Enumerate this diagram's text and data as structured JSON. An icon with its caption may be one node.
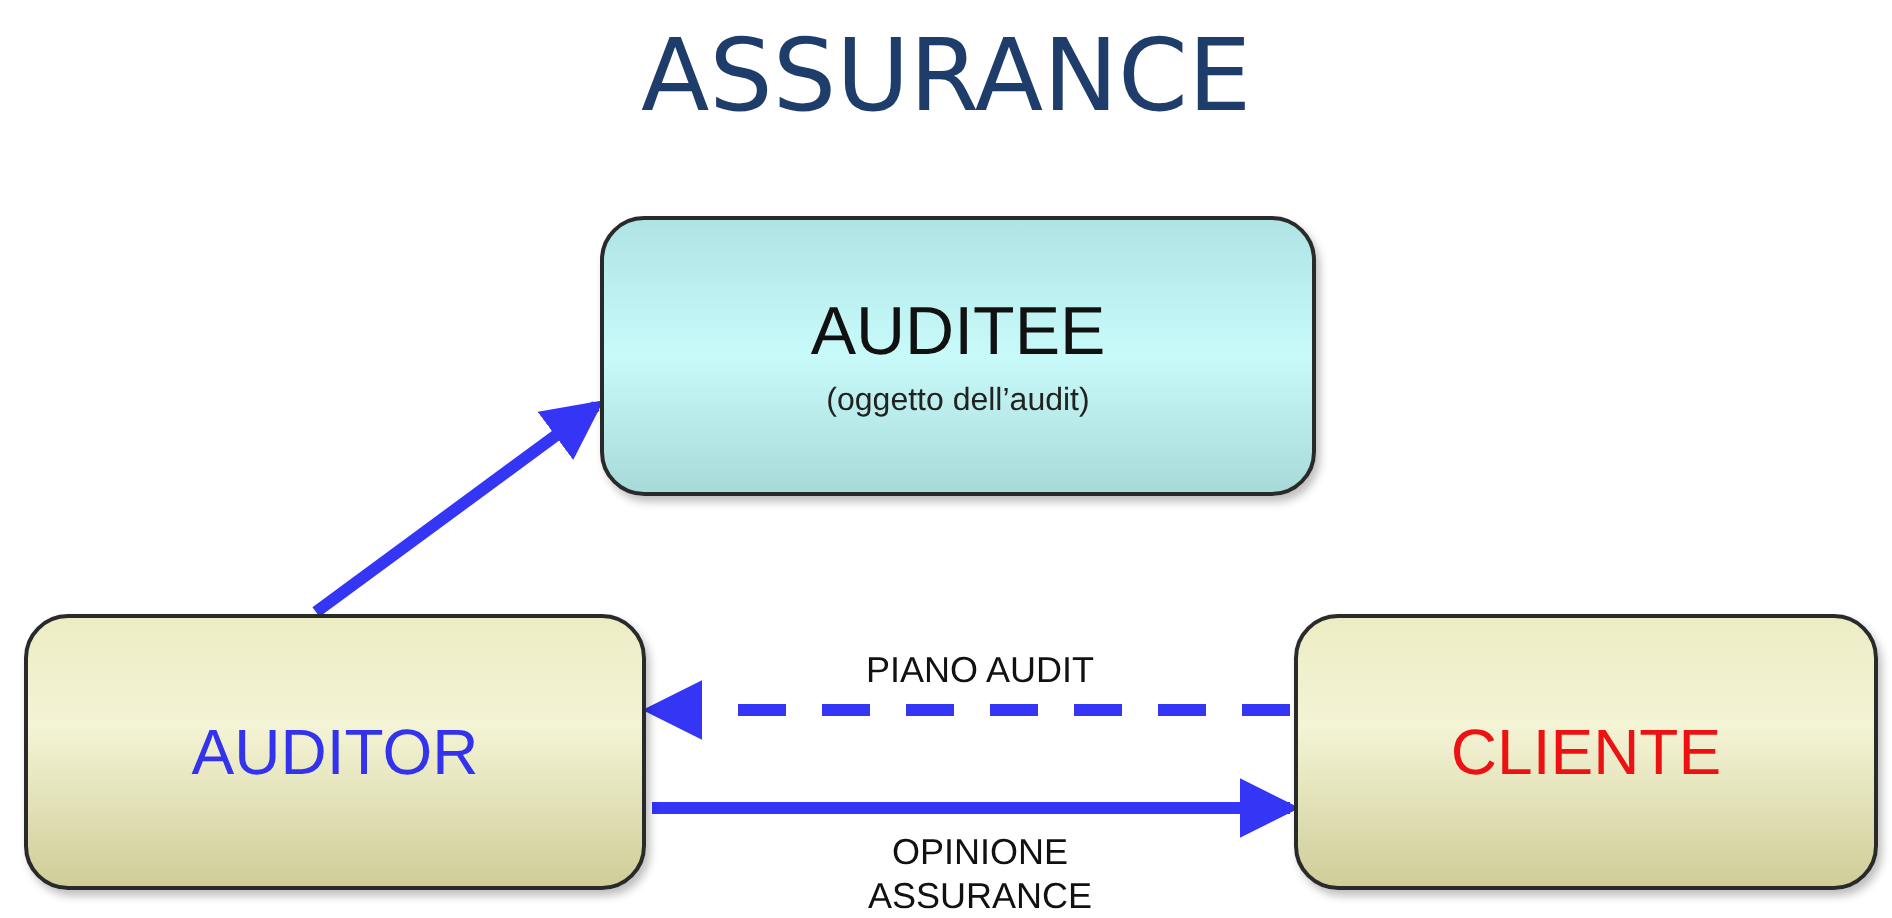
{
  "diagram": {
    "title": "ASSURANCE",
    "nodes": [
      {
        "text": [
          "AUDITEE",
          "(oggetto dell’audit)"
        ]
      },
      {
        "text": [
          "AUDITOR"
        ]
      },
      {
        "text": [
          "CLIENTE"
        ]
      }
    ],
    "edges": [
      {
        "from": 1,
        "to": 0,
        "arrow": "to"
      },
      {
        "from": 2,
        "to": 1,
        "arrow": "to",
        "label": "PIANO AUDIT",
        "style": "dashed"
      },
      {
        "from": 1,
        "to": 2,
        "arrow": "to",
        "label": "OPINIONE ASSURANCE"
      }
    ]
  }
}
